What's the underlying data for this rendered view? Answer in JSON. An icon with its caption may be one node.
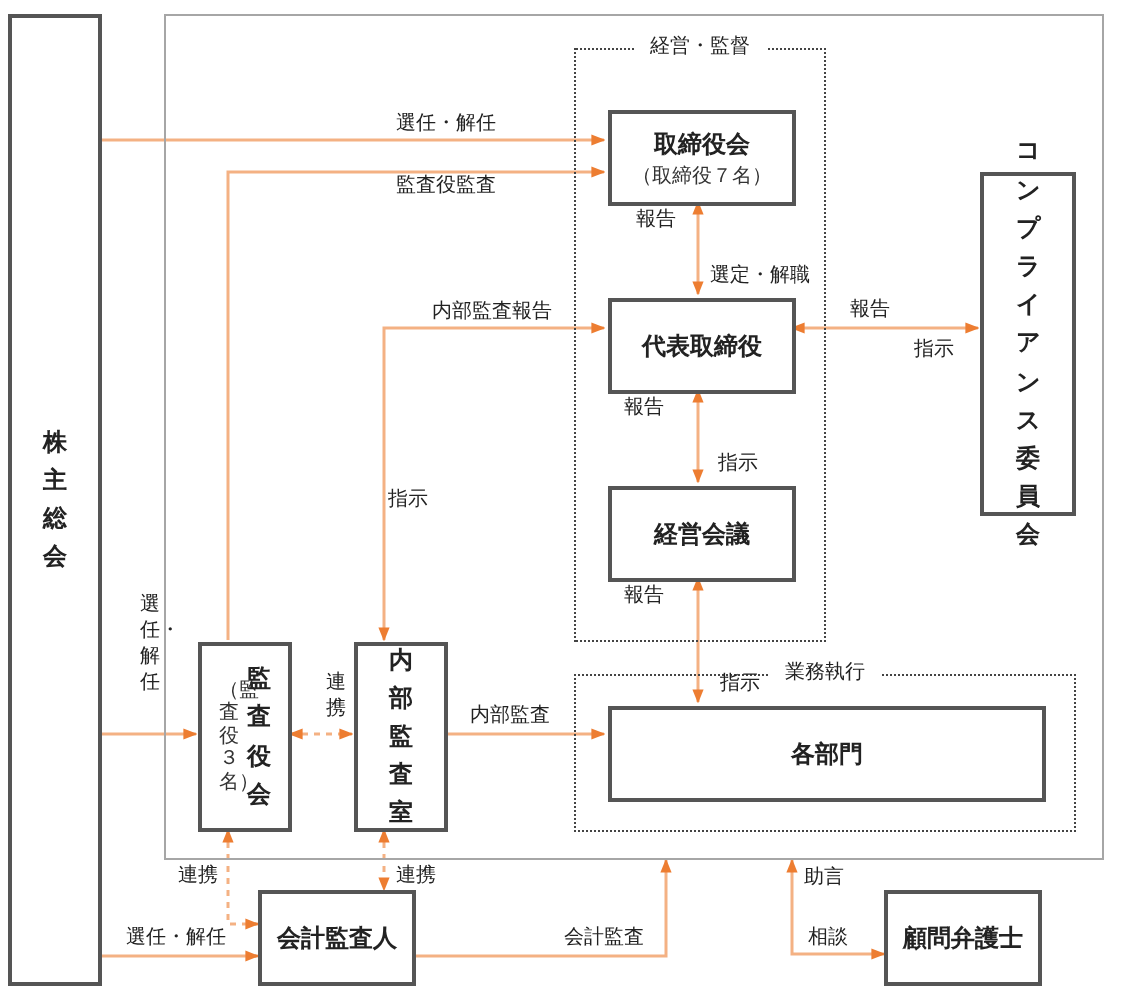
{
  "diagram": {
    "nodes": [
      {
        "text": [
          "株主総会"
        ]
      },
      {
        "text": [],
        "shape": "box"
      },
      {
        "text": [
          "経営・監督"
        ],
        "in": 1
      },
      {
        "text": [
          "取締役会",
          "（取締役７名）"
        ],
        "in": 2
      },
      {
        "text": [
          "代表取締役"
        ],
        "in": 2
      },
      {
        "text": [
          "経営会議"
        ],
        "in": 2
      },
      {
        "text": [
          "コンプライアンス委員会"
        ],
        "in": 1
      },
      {
        "text": [
          "業務執行"
        ],
        "in": 1
      },
      {
        "text": [
          "各部門"
        ],
        "in": 7
      },
      {
        "text": [
          "監査役会",
          "（監査役３名）"
        ],
        "in": 1
      },
      {
        "text": [
          "内部監査室"
        ],
        "in": 1
      },
      {
        "text": [
          "会計監査人"
        ]
      },
      {
        "text": [
          "顧問弁護士"
        ]
      }
    ],
    "edges": [
      {
        "from": 0,
        "to": 3,
        "arrow": "to",
        "label": "選任・解任"
      },
      {
        "from": 9,
        "to": 3,
        "arrow": "to",
        "label": "監査役監査"
      },
      {
        "from": 10,
        "to": 4,
        "arrow": "both",
        "label": "内部監査報告"
      },
      {
        "from": 3,
        "to": 4,
        "arrow": "both",
        "label": "選定・解職"
      },
      {
        "from": 4,
        "to": 6,
        "arrow": "both",
        "label": "報告"
      },
      {
        "from": 4,
        "to": 5,
        "arrow": "both",
        "label": "報告"
      },
      {
        "from": 5,
        "to": 8,
        "arrow": "both",
        "label": "報告"
      },
      {
        "from": 0,
        "to": 9,
        "arrow": "to",
        "label": "選任・解任"
      },
      {
        "from": 9,
        "to": 10,
        "arrow": "both",
        "label": "連携",
        "style": "dashed"
      },
      {
        "from": 10,
        "to": 8,
        "arrow": "to",
        "label": "内部監査"
      },
      {
        "from": 9,
        "to": 11,
        "arrow": "both",
        "label": "連携",
        "style": "dashed"
      },
      {
        "from": 10,
        "to": 11,
        "arrow": "both",
        "label": "連携",
        "style": "dashed"
      },
      {
        "from": 0,
        "to": 11,
        "arrow": "to",
        "label": "選任・解任"
      },
      {
        "from": 11,
        "to": 1,
        "arrow": "to",
        "label": "会計監査"
      },
      {
        "from": 1,
        "to": 12,
        "arrow": "both",
        "label": "相談"
      }
    ],
    "labels": [
      "報告",
      "指示",
      "指示",
      "指示",
      "指示",
      "助言"
    ]
  }
}
